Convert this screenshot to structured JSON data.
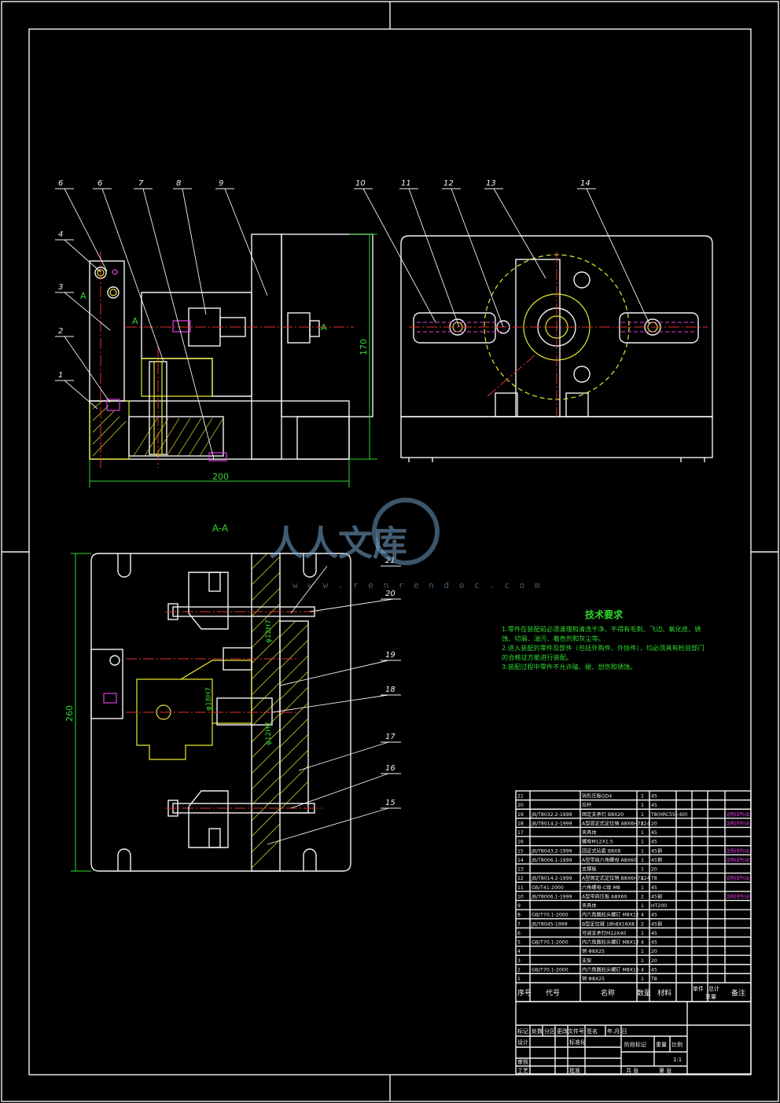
{
  "drawing": {
    "section_label": "A-A",
    "section_marker": "A",
    "dimensions": {
      "width": "200",
      "height_front": "170",
      "height_section": "260",
      "phi_a": "φ12H7",
      "phi_b": "φ18H7"
    },
    "balloons_top": [
      "6",
      "6",
      "7",
      "8",
      "9",
      "10",
      "11",
      "12",
      "13",
      "14"
    ],
    "balloons_left": [
      "4",
      "3",
      "2",
      "1"
    ],
    "balloons_section": [
      "21",
      "20",
      "19",
      "18",
      "17",
      "16",
      "15"
    ]
  },
  "watermark": {
    "text": "人人文库",
    "url": "w w w . r e n r e n d o c . c o m"
  },
  "notes": {
    "title": "技术要求",
    "lines": [
      "1.零件在装配前必须清理和清洗干净，不得有毛刺、飞边、氧化皮、锈",
      "蚀、切屑、油污、着色剂和灰尘等。",
      "2.进入装配的零件及部件（包括外购件、外协件），均必须具有检验部门",
      "的合格证方能进行装配。",
      "3.装配过程中零件不允许磕、碰、划伤和锈蚀。"
    ]
  },
  "bom": {
    "rows": [
      {
        "no": "21",
        "code": "",
        "name": "钩形压板GD4",
        "qty": "1",
        "mat": "45",
        "note": ""
      },
      {
        "no": "20",
        "code": "",
        "name": "拉杆",
        "qty": "1",
        "mat": "45",
        "note": ""
      },
      {
        "no": "19",
        "code": "JB/T8032.2-1999",
        "name": "固定支承钉 B8X20",
        "qty": "1",
        "mat": "T8(HRC55~60)",
        "note": ""
      },
      {
        "no": "18",
        "code": "JB/T8014.2-1999",
        "name": "A型固定式定位销 A8X6H7X24",
        "qty": "1",
        "mat": "20",
        "note": ""
      },
      {
        "no": "17",
        "code": "",
        "name": "夹具体",
        "qty": "1",
        "mat": "45",
        "note": ""
      },
      {
        "no": "16",
        "code": "",
        "name": "螺母M12X1.5",
        "qty": "1",
        "mat": "45",
        "note": ""
      },
      {
        "no": "15",
        "code": "JB/T8043.2-1999",
        "name": "固定式钻套 B8X8",
        "qty": "1",
        "mat": "45钢",
        "note": ""
      },
      {
        "no": "14",
        "code": "JB/T8006.1-1999",
        "name": "A型带肩六角螺母 A8X60",
        "qty": "1",
        "mat": "45钢",
        "note": ""
      },
      {
        "no": "13",
        "code": "",
        "name": "支撑板",
        "qty": "1",
        "mat": "20",
        "note": ""
      },
      {
        "no": "12",
        "code": "JB/T8014.2-1999",
        "name": "A型固定式定位销 B8X6H7X24",
        "qty": "1",
        "mat": "T8",
        "note": ""
      },
      {
        "no": "11",
        "code": "GB/T41-2000",
        "name": "六角螺母-C级 M8",
        "qty": "1",
        "mat": "45",
        "note": ""
      },
      {
        "no": "10",
        "code": "JB/T8006.1-1999",
        "name": "A型带肩压板 A8X60",
        "qty": "2",
        "mat": "45钢",
        "note": ""
      },
      {
        "no": "9",
        "code": "",
        "name": "夹具体",
        "qty": "1",
        "mat": "HT200",
        "note": ""
      },
      {
        "no": "8",
        "code": "GB/T70.1-2000",
        "name": "内六角圆柱头螺钉 M8X12",
        "qty": "4",
        "mat": "45",
        "note": ""
      },
      {
        "no": "7",
        "code": "JB/T8045-1999",
        "name": "B型定位键 18h8X16X8",
        "qty": "2",
        "mat": "45钢",
        "note": ""
      },
      {
        "no": "6",
        "code": "",
        "name": "可调支承钉M12X40",
        "qty": "1",
        "mat": "45",
        "note": ""
      },
      {
        "no": "5",
        "code": "GB/T70.1-2000",
        "name": "内六角圆柱头螺钉 M8X12",
        "qty": "4",
        "mat": "45",
        "note": ""
      },
      {
        "no": "4",
        "code": "",
        "name": "销 Φ8X25",
        "qty": "1",
        "mat": "20",
        "note": ""
      },
      {
        "no": "3",
        "code": "",
        "name": "支架",
        "qty": "1",
        "mat": "20",
        "note": ""
      },
      {
        "no": "2",
        "code": "GB/T70.1-2000",
        "name": "内六角圆柱头螺钉 M8X16",
        "qty": "4",
        "mat": "45",
        "note": ""
      },
      {
        "no": "1",
        "code": "",
        "name": "销 Φ8X25",
        "qty": "1",
        "mat": "T8",
        "note": ""
      }
    ],
    "header": {
      "no": "序号",
      "code": "代号",
      "name": "名称",
      "qty": "数量",
      "mat": "材料",
      "unit_weight": "单件",
      "total_weight": "总计",
      "weight": "重量",
      "note": "备注"
    },
    "side_notes": [
      "选用标准件(GB)",
      "选用标准件(GB)",
      "选用标准件(GB)",
      "选用标准件(GB)",
      "选用标准件(GB)",
      "选用标准件(GB)"
    ]
  },
  "title_block": {
    "row1": [
      "标记",
      "处数",
      "分区",
      "更改文件号",
      "签名",
      "年.月.日"
    ],
    "row2": [
      "设计",
      "",
      "标准化",
      "阶段标记",
      "重量",
      "比例"
    ],
    "row3": [
      "审核",
      "",
      "",
      "",
      "",
      ""
    ],
    "row4": [
      "工艺",
      "",
      "批准",
      "共 张",
      "第 张"
    ],
    "scale": "1:1"
  }
}
